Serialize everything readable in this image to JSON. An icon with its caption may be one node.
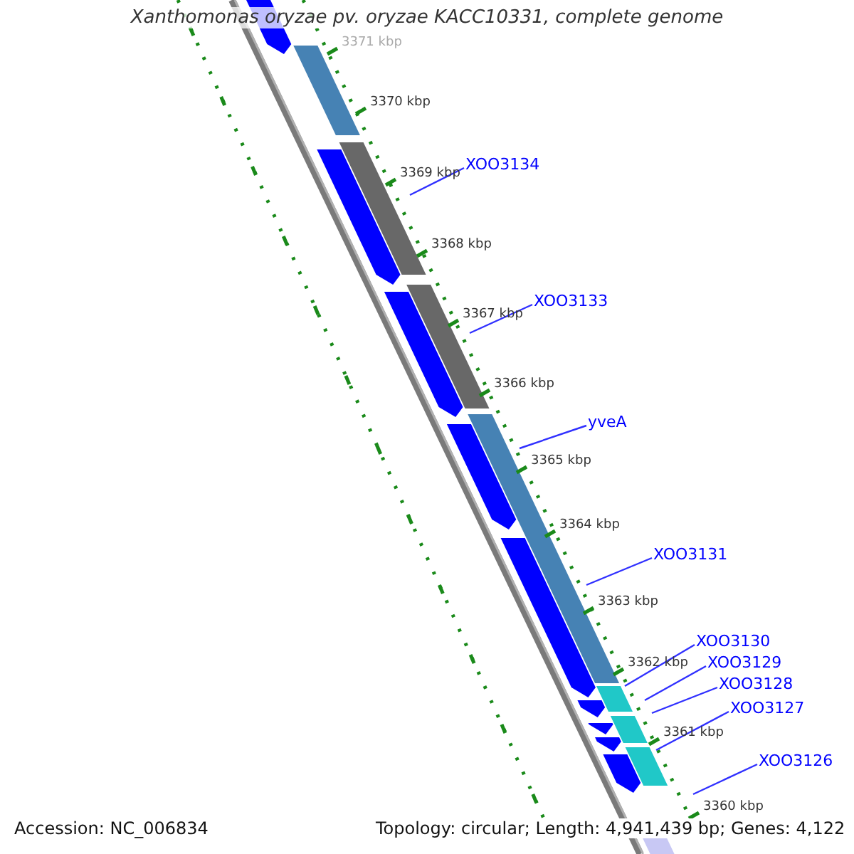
{
  "diagram": {
    "title": "Xanthomonas oryzae pv. oryzae KACC10331, complete genome",
    "nodes": [
      {
        "text": [
          "XOO3134"
        ]
      },
      {
        "text": [
          "XOO3133"
        ]
      },
      {
        "text": [
          "yveA"
        ]
      },
      {
        "text": [
          "XOO3131"
        ]
      },
      {
        "text": [
          "XOO3130"
        ]
      },
      {
        "text": [
          "XOO3129"
        ]
      },
      {
        "text": [
          "XOO3128"
        ]
      },
      {
        "text": [
          "XOO3127"
        ]
      },
      {
        "text": [
          "XOO3126"
        ]
      }
    ],
    "edges": [
      {
        "from": 0,
        "to": null,
        "arrow": "none"
      },
      {
        "from": 1,
        "to": null,
        "arrow": "none"
      },
      {
        "from": 2,
        "to": null,
        "arrow": "none"
      },
      {
        "from": 3,
        "to": null,
        "arrow": "none"
      },
      {
        "from": 4,
        "to": null,
        "arrow": "none"
      },
      {
        "from": 5,
        "to": null,
        "arrow": "none"
      },
      {
        "from": 6,
        "to": null,
        "arrow": "none"
      },
      {
        "from": 7,
        "to": null,
        "arrow": "none"
      },
      {
        "from": 8,
        "to": null,
        "arrow": "none"
      }
    ],
    "labels": [
      "3371 kbp",
      "3370 kbp",
      "3369 kbp",
      "3368 kbp",
      "3367 kbp",
      "3366 kbp",
      "3365 kbp",
      "3364 kbp",
      "3363 kbp",
      "3362 kbp",
      "3361 kbp",
      "3360 kbp",
      "Accession: NC_006834",
      "Topology: circular; Length: 4,941,439 bp; Genes: 4,122"
    ]
  }
}
